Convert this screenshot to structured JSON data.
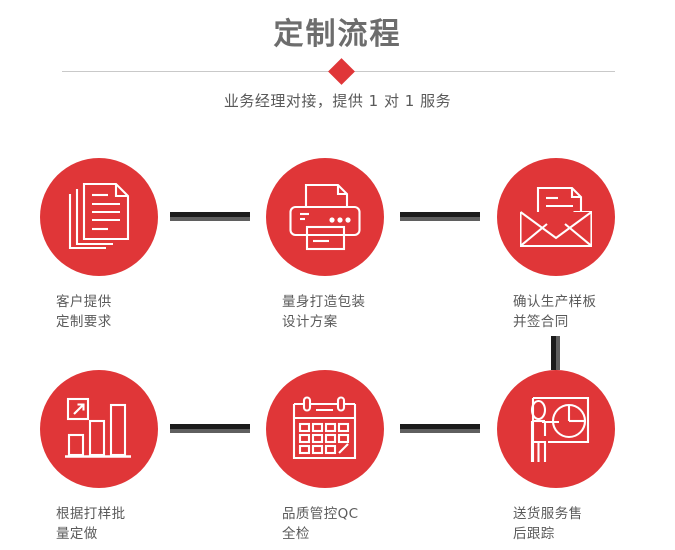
{
  "header": {
    "title": "定制流程",
    "subtitle": "业务经理对接，提供 1 对 1 服务",
    "accent_color": "#e03638",
    "divider_color": "#c9c9c9",
    "title_color": "#6d6d6d",
    "subtitle_color": "#595959"
  },
  "flow": {
    "circle_color": "#e03638",
    "connector_color": "#1b1b1b",
    "connector_shadow_color": "#5f5f5f",
    "label_color": "#5a5a5a",
    "steps": [
      {
        "index": "1",
        "icon": "documents-stack-icon",
        "label": "客户提供\n定制要求"
      },
      {
        "index": "2",
        "icon": "printer-icon",
        "label": "量身打造包装\n设计方案"
      },
      {
        "index": "3",
        "icon": "envelope-document-icon",
        "label": "确认生产样板\n并签合同"
      },
      {
        "index": "4",
        "icon": "bar-chart-growth-icon",
        "label": "根据打样批\n量定做"
      },
      {
        "index": "5",
        "icon": "calendar-check-icon",
        "label": "品质管控QC\n全检"
      },
      {
        "index": "6",
        "icon": "presenter-pie-chart-icon",
        "label": "送货服务售\n后跟踪"
      }
    ],
    "connectors": [
      {
        "name": "connector-step1-step2",
        "orientation": "horizontal"
      },
      {
        "name": "connector-step2-step3",
        "orientation": "horizontal"
      },
      {
        "name": "connector-step4-step5",
        "orientation": "horizontal"
      },
      {
        "name": "connector-step5-step6",
        "orientation": "horizontal"
      },
      {
        "name": "connector-step3-step6",
        "orientation": "vertical"
      }
    ]
  }
}
